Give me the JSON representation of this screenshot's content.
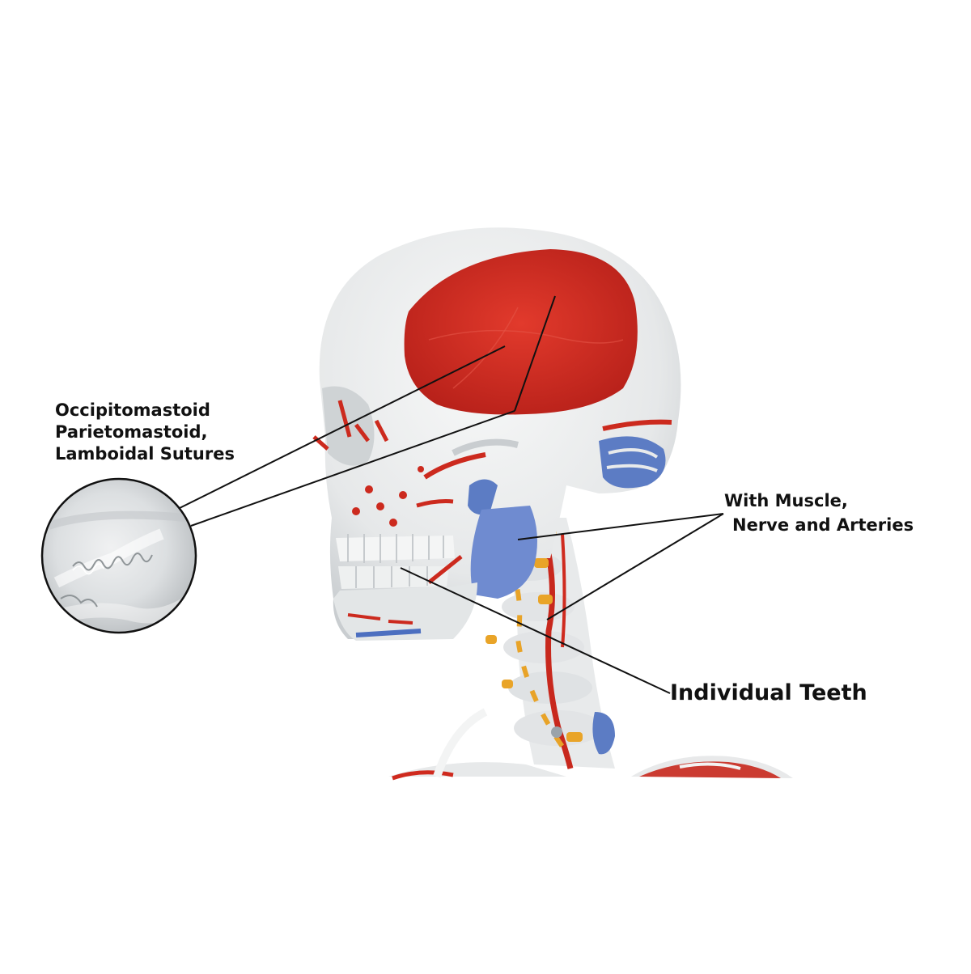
{
  "image": {
    "subject": "skull-with-cervical-spine-model",
    "colors": {
      "background": "#ffffff",
      "bone": "#e9ebec",
      "muscle": "#d32a1e",
      "vein": "#5c7cc4",
      "nerve": "#e9a428",
      "leader_line": "#111111"
    }
  },
  "callouts": {
    "sutures": {
      "lines": [
        "Occipitomastoid",
        "Parietomastoid,",
        "Lamboidal Sutures"
      ]
    },
    "muscle": {
      "lines": [
        "With Muscle,",
        "Nerve and Arteries"
      ]
    },
    "teeth": {
      "lines": [
        "Individual Teeth"
      ]
    }
  }
}
